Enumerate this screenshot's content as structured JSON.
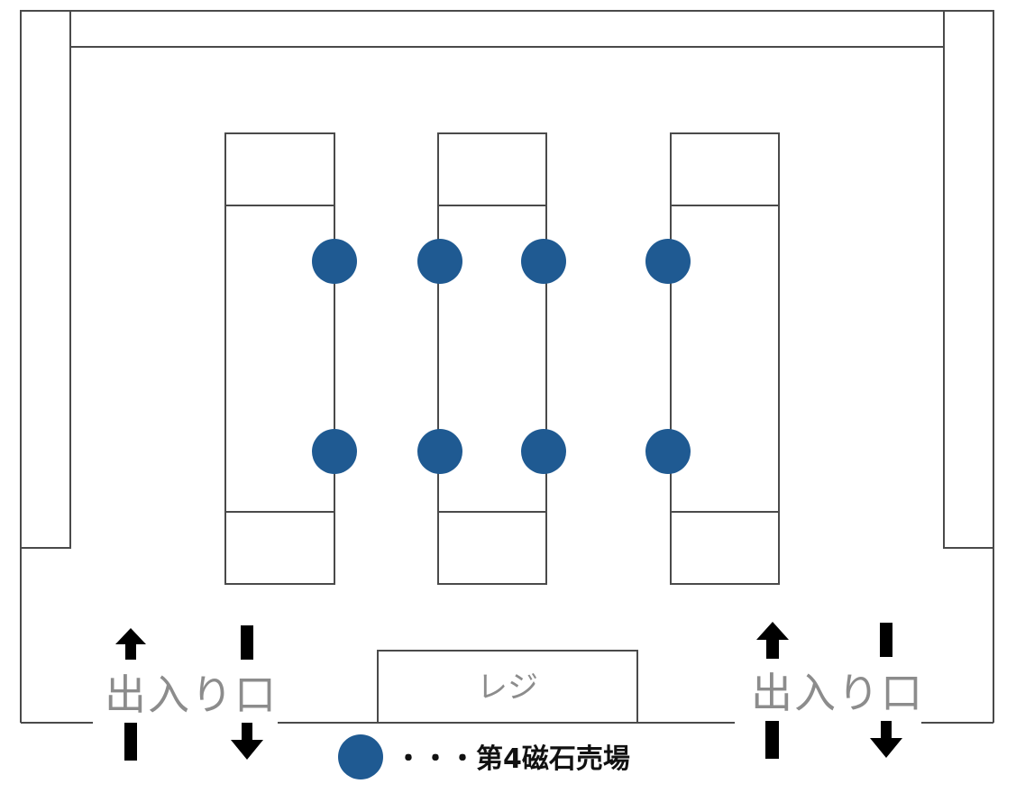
{
  "entrance_left": {
    "label": "出入り口"
  },
  "entrance_right": {
    "label": "出入り口"
  },
  "register": {
    "label": "レジ"
  },
  "legend": {
    "text": "・・・第4磁石売場"
  },
  "marker": {
    "color": "#1f5a92",
    "count": 8
  },
  "shelf_count": 3
}
